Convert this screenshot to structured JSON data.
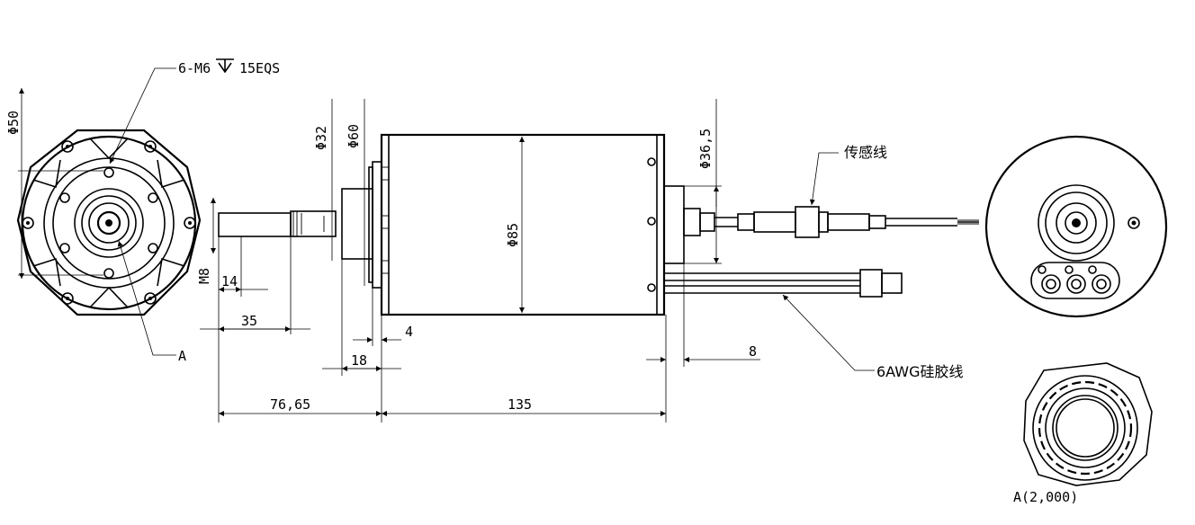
{
  "labels": {
    "thread_note": "6-M6",
    "depth_note": "15EQS",
    "dia_50": "Φ50",
    "dia_32": "Φ32",
    "dia_60": "Φ60",
    "dia_85": "Φ85",
    "dia_36_5": "Φ36,5",
    "m8": "M8",
    "dim_14": "14",
    "dim_35": "35",
    "dim_4": "4",
    "dim_18": "18",
    "dim_8": "8",
    "dim_76_65": "76,65",
    "dim_135": "135",
    "sensor_wire": "传感线",
    "power_wire": "6AWG硅胶线",
    "section_a": "A",
    "detail_a": "A(2,000)"
  }
}
